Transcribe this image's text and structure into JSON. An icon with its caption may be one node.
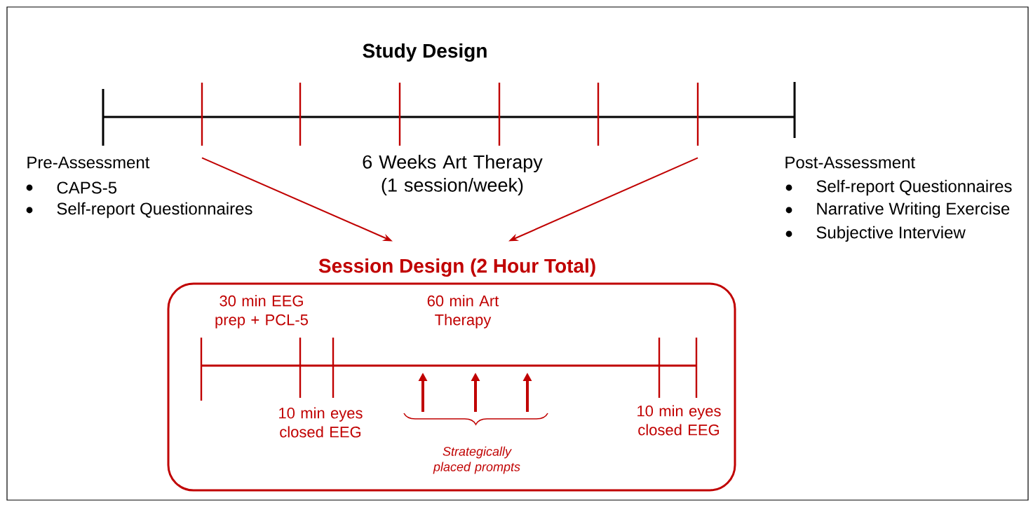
{
  "diagram": {
    "title": "Study Design",
    "nodes": [
      {
        "text": [],
        "shape": "bar"
      },
      {
        "text": [
          "Session Design (2 Hour Total)"
        ]
      }
    ],
    "edges": [
      {
        "from": 0,
        "to": 1,
        "arrow": "to"
      },
      {
        "from": 0,
        "to": 1,
        "arrow": "to"
      }
    ],
    "labels": [
      "Pre-Assessment",
      "CAPS-5",
      "Self-report Questionnaires",
      "6 Weeks Art Therapy (1 session/week)",
      "Post-Assessment",
      "Self-report Questionnaires",
      "Narrative Writing Exercise",
      "Subjective Interview",
      "30 min EEG prep + PCL-5",
      "60 min Art Therapy",
      "10 min eyes closed EEG",
      "Strategically placed prompts",
      "10 min eyes closed EEG"
    ]
  }
}
